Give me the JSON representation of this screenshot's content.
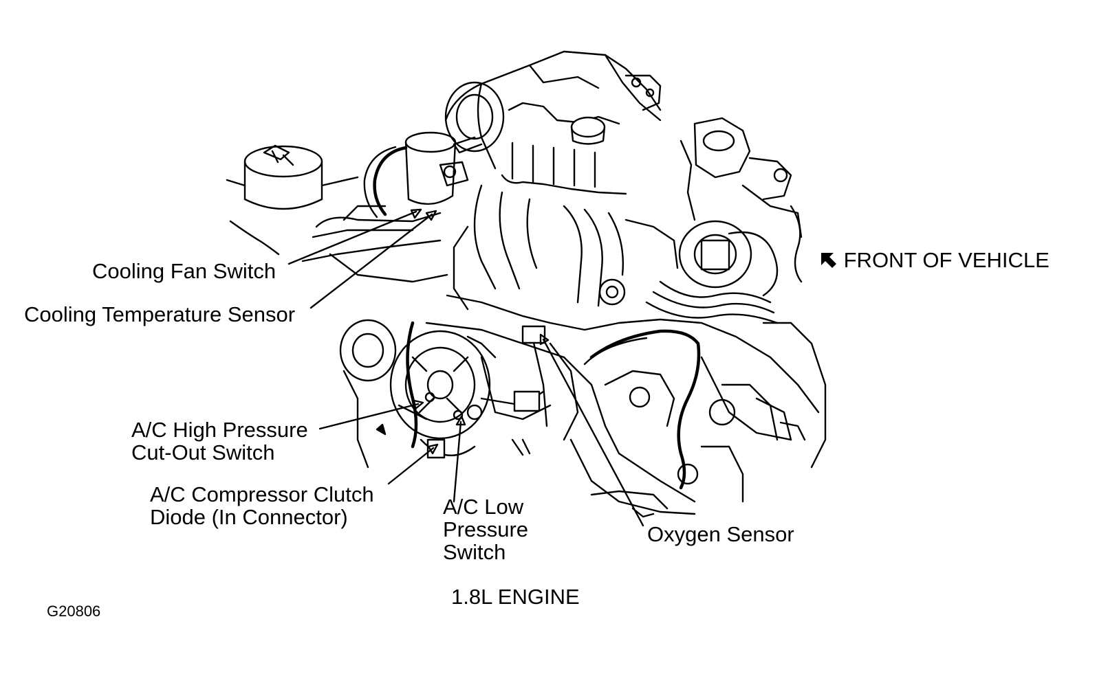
{
  "labels": {
    "cooling_fan_switch": "Cooling Fan Switch",
    "cooling_temperature_sensor": "Cooling Temperature Sensor",
    "ac_high_pressure": "A/C High Pressure\nCut-Out Switch",
    "ac_compressor_clutch_diode": "A/C Compressor Clutch\nDiode (In Connector)",
    "ac_low_pressure": "A/C Low\nPressure\nSwitch",
    "oxygen_sensor": "Oxygen Sensor",
    "front_of_vehicle": "FRONT OF VEHICLE"
  },
  "caption": "1.8L ENGINE",
  "figure_id": "G20806",
  "icons": {
    "front_arrow": "arrow-up-left-icon"
  },
  "colors": {
    "ink": "#000000",
    "paper": "#ffffff"
  }
}
